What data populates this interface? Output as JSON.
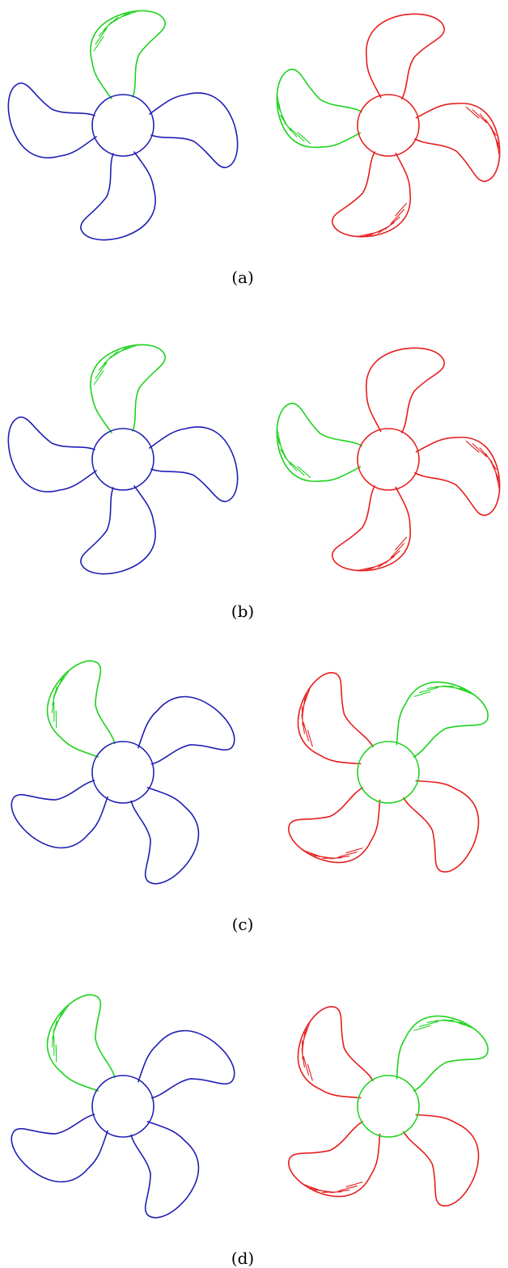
{
  "colors": {
    "blue": "#1f1fb4",
    "green": "#1ed21e",
    "red": "#e61e1e"
  },
  "panels": [
    {
      "caption": "(a)",
      "left": {
        "rotation": 0,
        "hub": "blue",
        "blades": [
          "green",
          "blue",
          "blue",
          "blue"
        ],
        "hatched": [
          0
        ]
      },
      "right": {
        "rotation": 8,
        "hub": "red",
        "blades": [
          "red",
          "red",
          "red",
          "green"
        ],
        "hatched": [
          1,
          2,
          3
        ]
      }
    },
    {
      "caption": "(b)",
      "left": {
        "rotation": 0,
        "hub": "blue",
        "blades": [
          "green",
          "blue",
          "blue",
          "blue"
        ],
        "hatched": [
          0
        ]
      },
      "right": {
        "rotation": 8,
        "hub": "red",
        "blades": [
          "red",
          "red",
          "red",
          "green"
        ],
        "hatched": [
          1,
          2,
          3
        ]
      }
    },
    {
      "caption": "(c)",
      "left": {
        "rotation": -35,
        "hub": "blue",
        "blades": [
          "green",
          "blue",
          "blue",
          "blue"
        ],
        "hatched": [
          0
        ]
      },
      "right": {
        "rotation": 40,
        "hub": "green",
        "blades": [
          "green",
          "red",
          "red",
          "red"
        ],
        "hatched": [
          0,
          2,
          3
        ]
      }
    },
    {
      "caption": "(d)",
      "left": {
        "rotation": -35,
        "hub": "blue",
        "blades": [
          "green",
          "blue",
          "blue",
          "blue"
        ],
        "hatched": [
          0
        ]
      },
      "right": {
        "rotation": 40,
        "hub": "green",
        "blades": [
          "green",
          "red",
          "red",
          "red"
        ],
        "hatched": [
          0,
          2,
          3
        ]
      }
    }
  ]
}
